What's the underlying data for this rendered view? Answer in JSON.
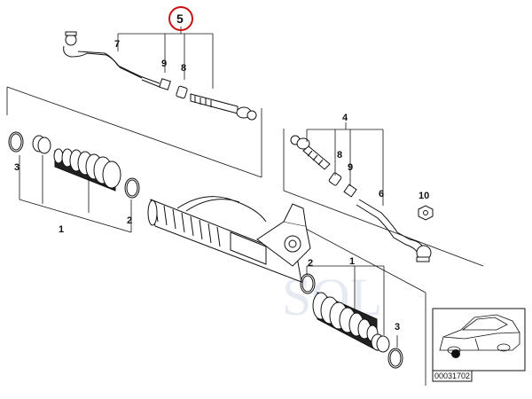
{
  "callouts": {
    "main": "5",
    "c7": "7",
    "c9_top": "9",
    "c8_top": "8",
    "c3_left": "3",
    "c2_left": "2",
    "c1_left": "1",
    "c4": "4",
    "c8_right": "8",
    "c9_right": "9",
    "c6": "6",
    "c10": "10",
    "c2_right": "2",
    "c1_right": "1",
    "c3_right": "3"
  },
  "diagram_id": "00031702",
  "watermark": "SOL",
  "colors": {
    "highlight_circle": "#cc1111",
    "line": "#111111"
  }
}
